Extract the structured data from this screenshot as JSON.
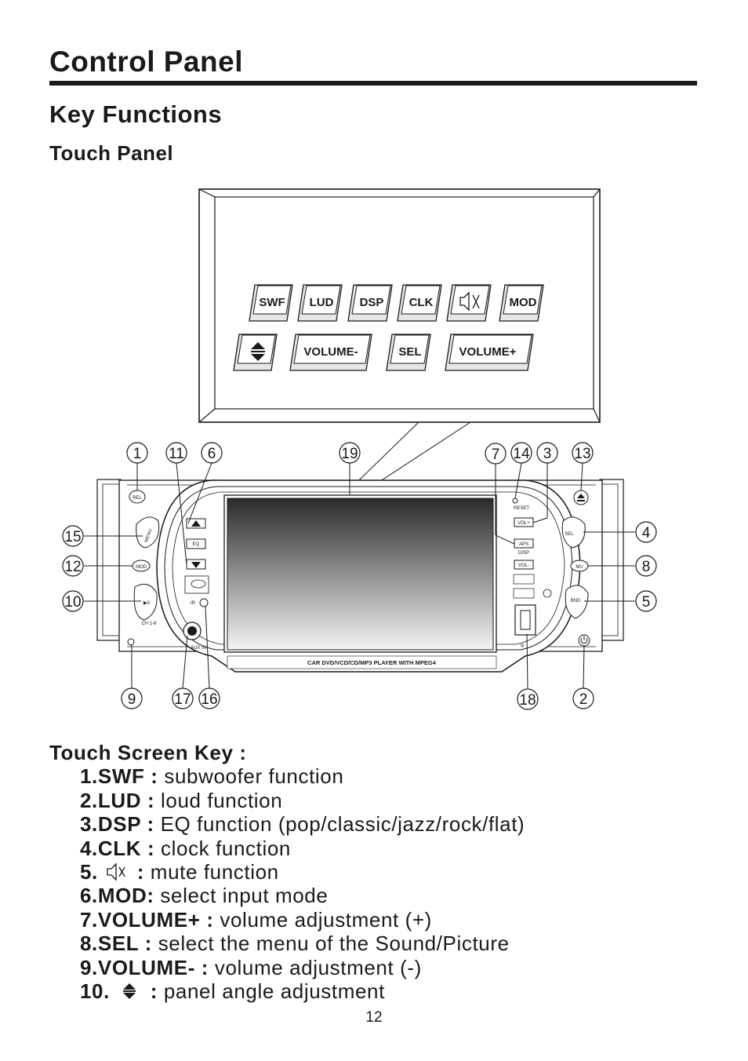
{
  "header": {
    "title": "Control Panel",
    "section": "Key Functions",
    "subsection": "Touch Panel"
  },
  "touch_panel": {
    "buttons_row1": [
      "SWF",
      "LUD",
      "DSP",
      "CLK",
      "",
      "MOD"
    ],
    "buttons_row2": [
      "",
      "VOLUME-",
      "SEL",
      "VOLUME+"
    ]
  },
  "device": {
    "left_labels": {
      "rel": "REL",
      "menu": "MENU",
      "mod": "MOD",
      "ch": "CH 1-6",
      "ir": "IR",
      "aux": "AUX IN",
      "eq": "EQ"
    },
    "right_labels": {
      "reset": "RESET",
      "vol_up": "VOL+",
      "aps": "APS",
      "disp": "DISP",
      "vol_down": "VOL-",
      "sel": "SEL",
      "mu": "MU",
      "bnd": "BND"
    },
    "caption": "CAR DVD/VCD/CD/MP3 PLAYER WITH MPEG4"
  },
  "callouts": {
    "top": [
      "1",
      "11",
      "6",
      "19",
      "7",
      "14",
      "3",
      "13"
    ],
    "left": [
      "15",
      "12",
      "10"
    ],
    "right": [
      "4",
      "8",
      "5"
    ],
    "bottom": [
      "9",
      "17",
      "16",
      "18",
      "2"
    ]
  },
  "key_list": {
    "heading": "Touch Screen Key :",
    "items": [
      {
        "key": "1.SWF :",
        "desc": " subwoofer function"
      },
      {
        "key": "2.LUD :",
        "desc": " loud function"
      },
      {
        "key": "3.DSP :",
        "desc": " EQ function (pop/classic/jazz/rock/flat)"
      },
      {
        "key": "4.CLK :",
        "desc": " clock function"
      },
      {
        "key": "5.",
        "icon": "mute-icon",
        "key2": ":",
        "desc": " mute function"
      },
      {
        "key": "6.MOD:",
        "desc": " select input mode"
      },
      {
        "key": "7.VOLUME+ :",
        "desc": " volume adjustment (+)"
      },
      {
        "key": "8.SEL :",
        "desc": " select the menu of the Sound/Picture"
      },
      {
        "key": "9.VOLUME- :",
        "desc": " volume adjustment (-)"
      },
      {
        "key": "10.",
        "icon": "up-down-arrow-icon",
        "key2": ":",
        "desc": " panel angle adjustment"
      }
    ]
  },
  "page_number": "12"
}
